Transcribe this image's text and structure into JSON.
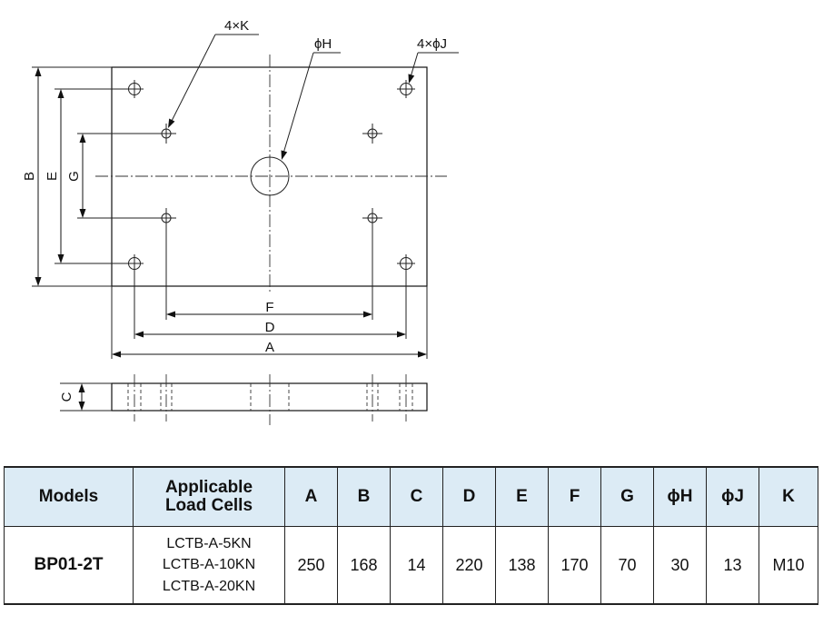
{
  "drawing": {
    "labels": {
      "K": "4×K",
      "H": "ϕH",
      "J": "4×ϕJ",
      "A": "A",
      "B": "B",
      "C": "C",
      "D": "D",
      "E": "E",
      "F": "F",
      "G": "G"
    }
  },
  "table": {
    "headers": [
      "Models",
      "Applicable\nLoad Cells",
      "A",
      "B",
      "C",
      "D",
      "E",
      "F",
      "G",
      "ϕH",
      "ϕJ",
      "K"
    ],
    "row": {
      "model": "BP01-2T",
      "load_cells": [
        "LCTB-A-5KN",
        "LCTB-A-10KN",
        "LCTB-A-20KN"
      ],
      "values": [
        "250",
        "168",
        "14",
        "220",
        "138",
        "170",
        "70",
        "30",
        "13",
        "M10"
      ]
    },
    "colors": {
      "header_bg": "#dcebf5",
      "line": "#222222"
    }
  }
}
